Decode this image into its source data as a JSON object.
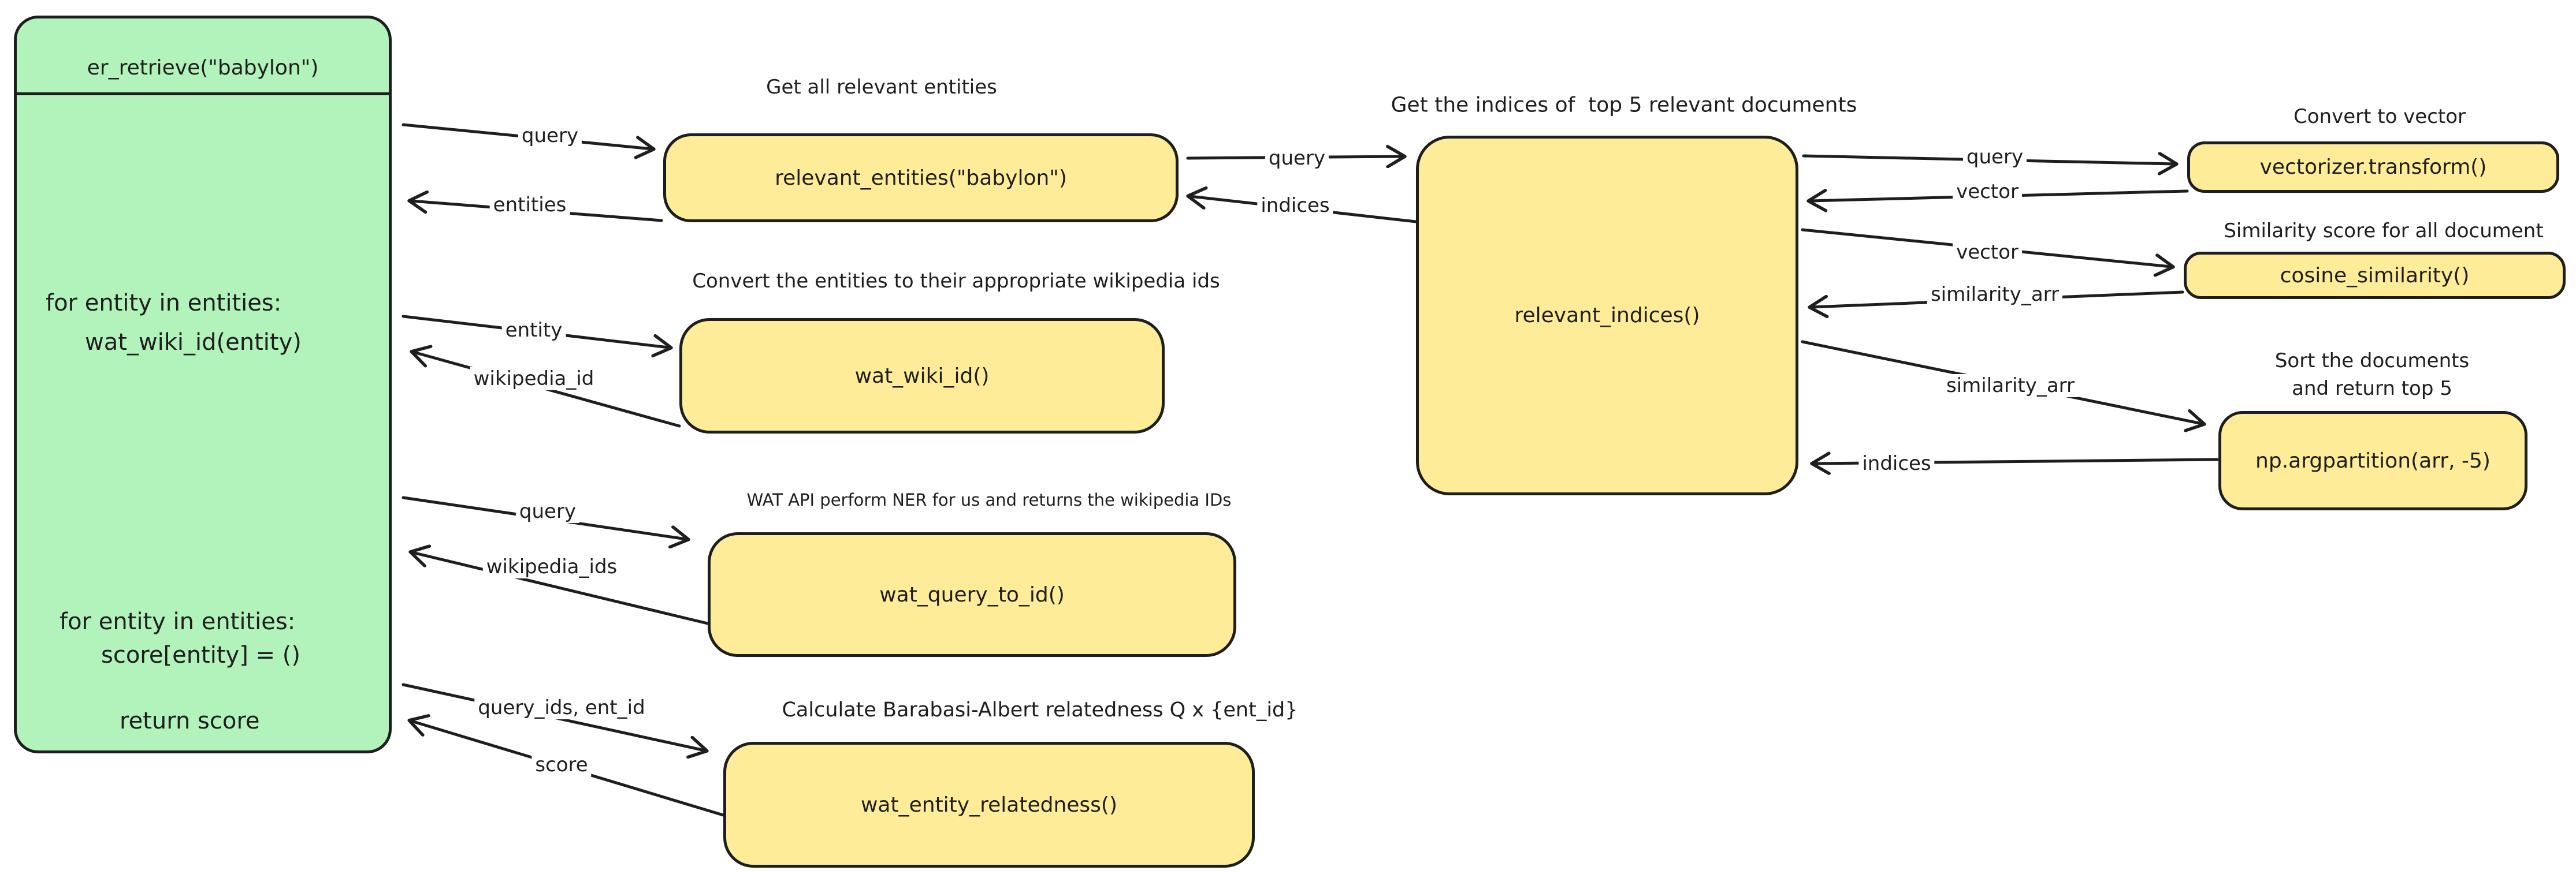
{
  "canvas": {
    "background": "#ffffff",
    "stroke_color": "#1e1e1e",
    "green_fill": "#b2f2bb",
    "yellow_fill": "#ffec99"
  },
  "main_function": {
    "header": "er_retrieve(\"babylon\")",
    "loop1_line1": "for entity in entities:",
    "loop1_line2": "wat_wiki_id(entity)",
    "loop2_line1": "for entity in entities:",
    "loop2_line2": "score[entity] = ()",
    "return_line": "return score"
  },
  "sections": {
    "relevant_entities": {
      "title": "Get all relevant entities",
      "box_label": "relevant_entities(\"babylon\")",
      "in_label": "query",
      "out_label": "entities"
    },
    "wat_wiki_id": {
      "title": "Convert the entities to their appropriate wikipedia ids",
      "box_label": "wat_wiki_id()",
      "in_label": "entity",
      "out_label": "wikipedia_id"
    },
    "wat_query_to_id": {
      "title": "WAT API perform NER for us and returns the wikipedia IDs",
      "box_label": "wat_query_to_id()",
      "in_label": "query",
      "out_label": "wikipedia_ids"
    },
    "wat_entity_relatedness": {
      "title": "Calculate Barabasi-Albert relatedness Q x {ent_id}",
      "box_label": "wat_entity_relatedness()",
      "in_label": "query_ids, ent_id",
      "out_label": "score"
    },
    "relevant_indices": {
      "title": "Get the indices of  top 5 relevant documents",
      "box_label": "relevant_indices()",
      "in_label": "query",
      "out_label": "indices"
    },
    "vectorizer": {
      "title": "Convert to vector",
      "box_label": "vectorizer.transform()",
      "in_label": "query",
      "out_label": "vector"
    },
    "cosine_similarity": {
      "title": "Similarity score for all document",
      "box_label": "cosine_similarity()",
      "in_label": "vector",
      "out_label": "similarity_arr"
    },
    "argpartition": {
      "title_line1": "Sort the documents",
      "title_line2": "and return top 5",
      "box_label": "np.argpartition(arr, -5)",
      "in_label": "similarity_arr",
      "out_label": "indices"
    }
  }
}
